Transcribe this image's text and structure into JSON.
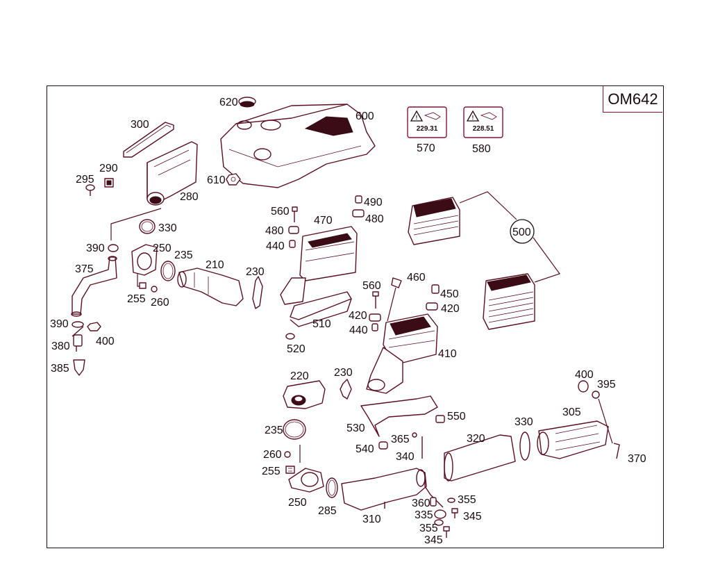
{
  "engine_code": "OM642",
  "labels": {
    "l620": "620",
    "l600": "600",
    "l610": "610",
    "l300": "300",
    "l290": "290",
    "l295": "295",
    "l280": "280",
    "l330a": "330",
    "l390a": "390",
    "l375": "375",
    "l250a": "250",
    "l235a": "235",
    "l210": "210",
    "l230a": "230",
    "l255a": "255",
    "l260a": "260",
    "l390b": "390",
    "l400a": "400",
    "l380": "380",
    "l385": "385",
    "l570": "570",
    "l580": "580",
    "l560a": "560",
    "l480a": "480",
    "l440a": "440",
    "l470": "470",
    "l490": "490",
    "l480b": "480",
    "l500": "500",
    "l560b": "560",
    "l460": "460",
    "l450": "450",
    "l420a": "420",
    "l420b": "420",
    "l440b": "440",
    "l510": "510",
    "l520": "520",
    "l410": "410",
    "l220": "220",
    "l230b": "230",
    "l235b": "235",
    "l260b": "260",
    "l255b": "255",
    "l250b": "250",
    "l285": "285",
    "l310": "310",
    "l530": "530",
    "l550": "550",
    "l540": "540",
    "l365": "365",
    "l340": "340",
    "l320": "320",
    "l330b": "330",
    "l305": "305",
    "l400b": "400",
    "l395": "395",
    "l370": "370",
    "l360": "360",
    "l355a": "355",
    "l335": "335",
    "l345a": "345",
    "l355b": "355",
    "l345b": "345"
  },
  "warning_labels": {
    "left_value": "229.31",
    "right_value": "228.51"
  },
  "colors": {
    "line": "#5a0f20",
    "frame": "#2a0a10",
    "accent": "#8a1030"
  }
}
